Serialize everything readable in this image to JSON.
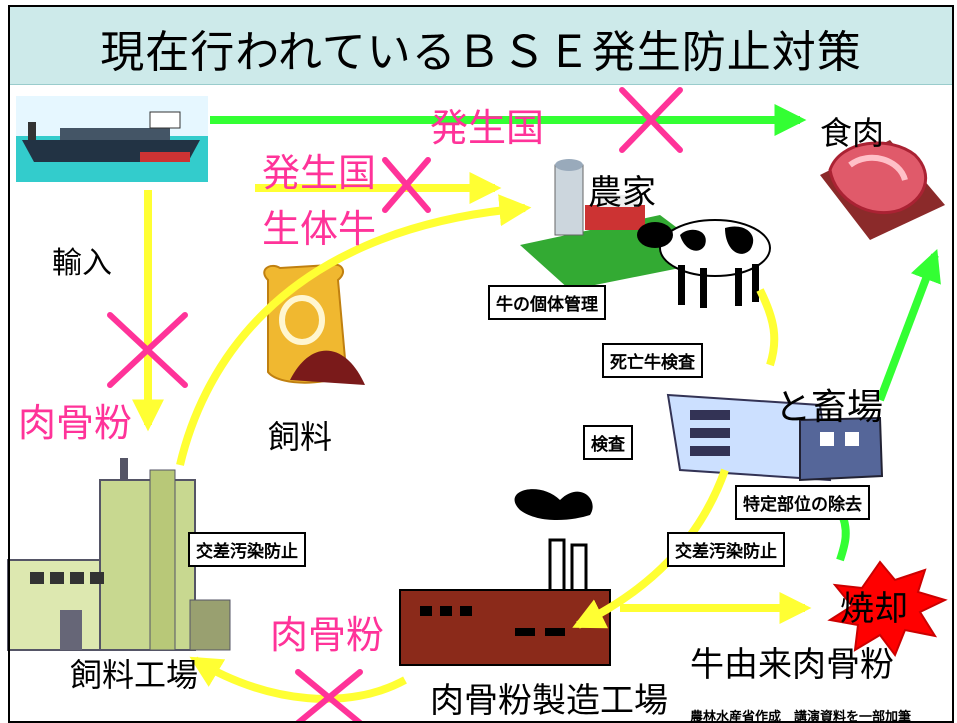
{
  "title": "現在行われているＢＳＥ発生防止対策",
  "labels": {
    "origin_country_top": "発生国",
    "meat": "食肉",
    "origin_country_left": "発生国",
    "live_cattle": "生体牛",
    "farm": "農家",
    "import": "輸入",
    "cattle_id_mgmt": "牛の個体管理",
    "feed": "飼料",
    "meat_bone_meal_left": "肉骨粉",
    "dead_cattle_test": "死亡牛検査",
    "slaughterhouse": "と畜場",
    "inspection": "検査",
    "srm_removal": "特定部位の除去",
    "cross_contam_left": "交差汚染防止",
    "cross_contam_right": "交差汚染防止",
    "incineration": "焼却",
    "meat_bone_meal_bottom": "肉骨粉",
    "bovine_mbm": "牛由来肉骨粉",
    "feed_factory": "飼料工場",
    "mbm_factory": "肉骨粉製造工場",
    "credit": "農林水産省作成　講演資料を一部加筆"
  },
  "colors": {
    "title_bg": "#cdeaea",
    "prohibited": "#ff3399",
    "flow_yellow": "#ffff33",
    "flow_green": "#33ff33",
    "burst_red": "#ff0000"
  }
}
